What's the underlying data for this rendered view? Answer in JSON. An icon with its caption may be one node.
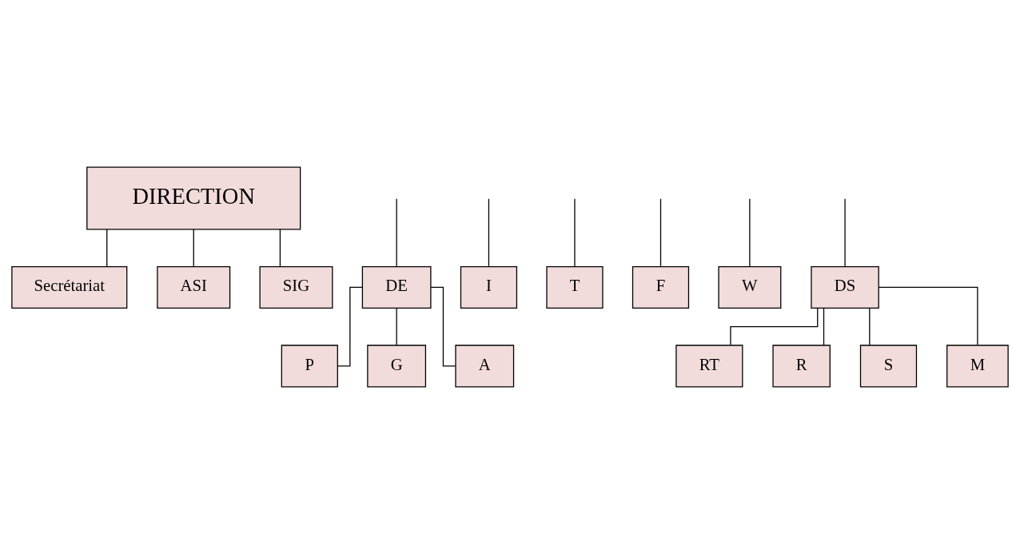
{
  "diagram": {
    "nodes": [
      {
        "text": [
          "DIRECTION"
        ]
      },
      {
        "text": [
          "Secrétariat"
        ]
      },
      {
        "text": [
          "ASI"
        ]
      },
      {
        "text": [
          "SIG"
        ]
      },
      {
        "text": [
          "DE"
        ]
      },
      {
        "text": [
          "I"
        ]
      },
      {
        "text": [
          "T"
        ]
      },
      {
        "text": [
          "F"
        ]
      },
      {
        "text": [
          "W"
        ]
      },
      {
        "text": [
          "DS"
        ]
      },
      {
        "text": [
          "RT"
        ]
      },
      {
        "text": [
          "P"
        ]
      },
      {
        "text": [
          "G"
        ]
      },
      {
        "text": [
          "A"
        ]
      },
      {
        "text": [
          "R"
        ]
      },
      {
        "text": [
          "S"
        ]
      },
      {
        "text": [
          "M"
        ]
      }
    ],
    "edges": [
      {
        "from": 0,
        "to": 1,
        "arrow": "none"
      },
      {
        "from": 0,
        "to": 2,
        "arrow": "none"
      },
      {
        "from": 0,
        "to": 3,
        "arrow": "none"
      },
      {
        "from": null,
        "to": 4,
        "arrow": "none"
      },
      {
        "from": null,
        "to": 5,
        "arrow": "none"
      },
      {
        "from": null,
        "to": 6,
        "arrow": "none"
      },
      {
        "from": null,
        "to": 7,
        "arrow": "none"
      },
      {
        "from": null,
        "to": 8,
        "arrow": "none"
      },
      {
        "from": null,
        "to": 9,
        "arrow": "none"
      },
      {
        "from": 4,
        "to": 11,
        "arrow": "none"
      },
      {
        "from": 4,
        "to": 12,
        "arrow": "none"
      },
      {
        "from": 4,
        "to": 13,
        "arrow": "none"
      },
      {
        "from": 9,
        "to": 10,
        "arrow": "none"
      },
      {
        "from": 9,
        "to": 14,
        "arrow": "none"
      },
      {
        "from": 9,
        "to": 15,
        "arrow": "none"
      },
      {
        "from": 9,
        "to": 16,
        "arrow": "none"
      }
    ]
  }
}
